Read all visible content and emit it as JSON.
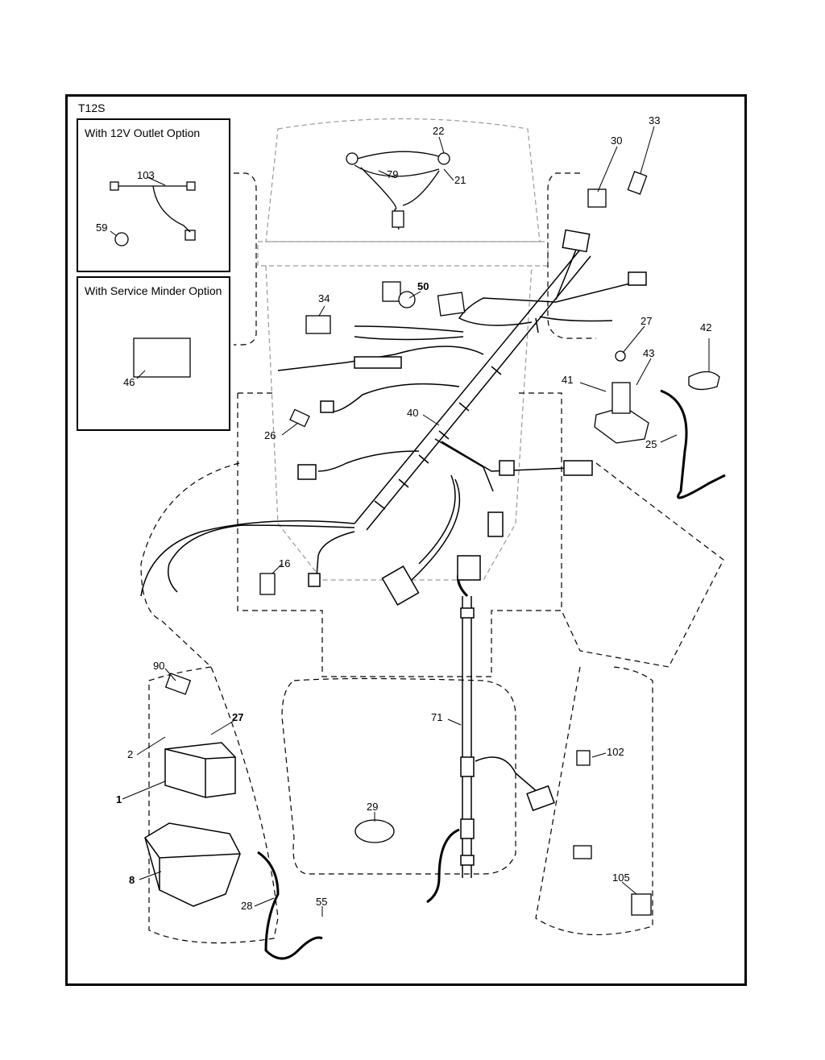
{
  "model": "T12S",
  "insets": [
    {
      "title": "With 12V Outlet Option",
      "parts": [
        "103",
        "59"
      ]
    },
    {
      "title": "With Service Minder Option",
      "parts": [
        "46"
      ]
    }
  ],
  "parts": [
    {
      "num": "22",
      "bold": false
    },
    {
      "num": "79",
      "bold": false
    },
    {
      "num": "21",
      "bold": false
    },
    {
      "num": "30",
      "bold": false
    },
    {
      "num": "33",
      "bold": false
    },
    {
      "num": "50",
      "bold": true
    },
    {
      "num": "34",
      "bold": false
    },
    {
      "num": "27",
      "bold": false
    },
    {
      "num": "42",
      "bold": false
    },
    {
      "num": "43",
      "bold": false
    },
    {
      "num": "41",
      "bold": false
    },
    {
      "num": "40",
      "bold": false
    },
    {
      "num": "26",
      "bold": false
    },
    {
      "num": "25",
      "bold": false
    },
    {
      "num": "16",
      "bold": false
    },
    {
      "num": "90",
      "bold": false
    },
    {
      "num": "27",
      "bold": true
    },
    {
      "num": "2",
      "bold": false
    },
    {
      "num": "1",
      "bold": true
    },
    {
      "num": "8",
      "bold": true
    },
    {
      "num": "28",
      "bold": false
    },
    {
      "num": "55",
      "bold": false
    },
    {
      "num": "29",
      "bold": false
    },
    {
      "num": "71",
      "bold": false
    },
    {
      "num": "102",
      "bold": false
    },
    {
      "num": "105",
      "bold": false
    },
    {
      "num": "103",
      "bold": false
    },
    {
      "num": "59",
      "bold": false
    },
    {
      "num": "46",
      "bold": false
    }
  ]
}
